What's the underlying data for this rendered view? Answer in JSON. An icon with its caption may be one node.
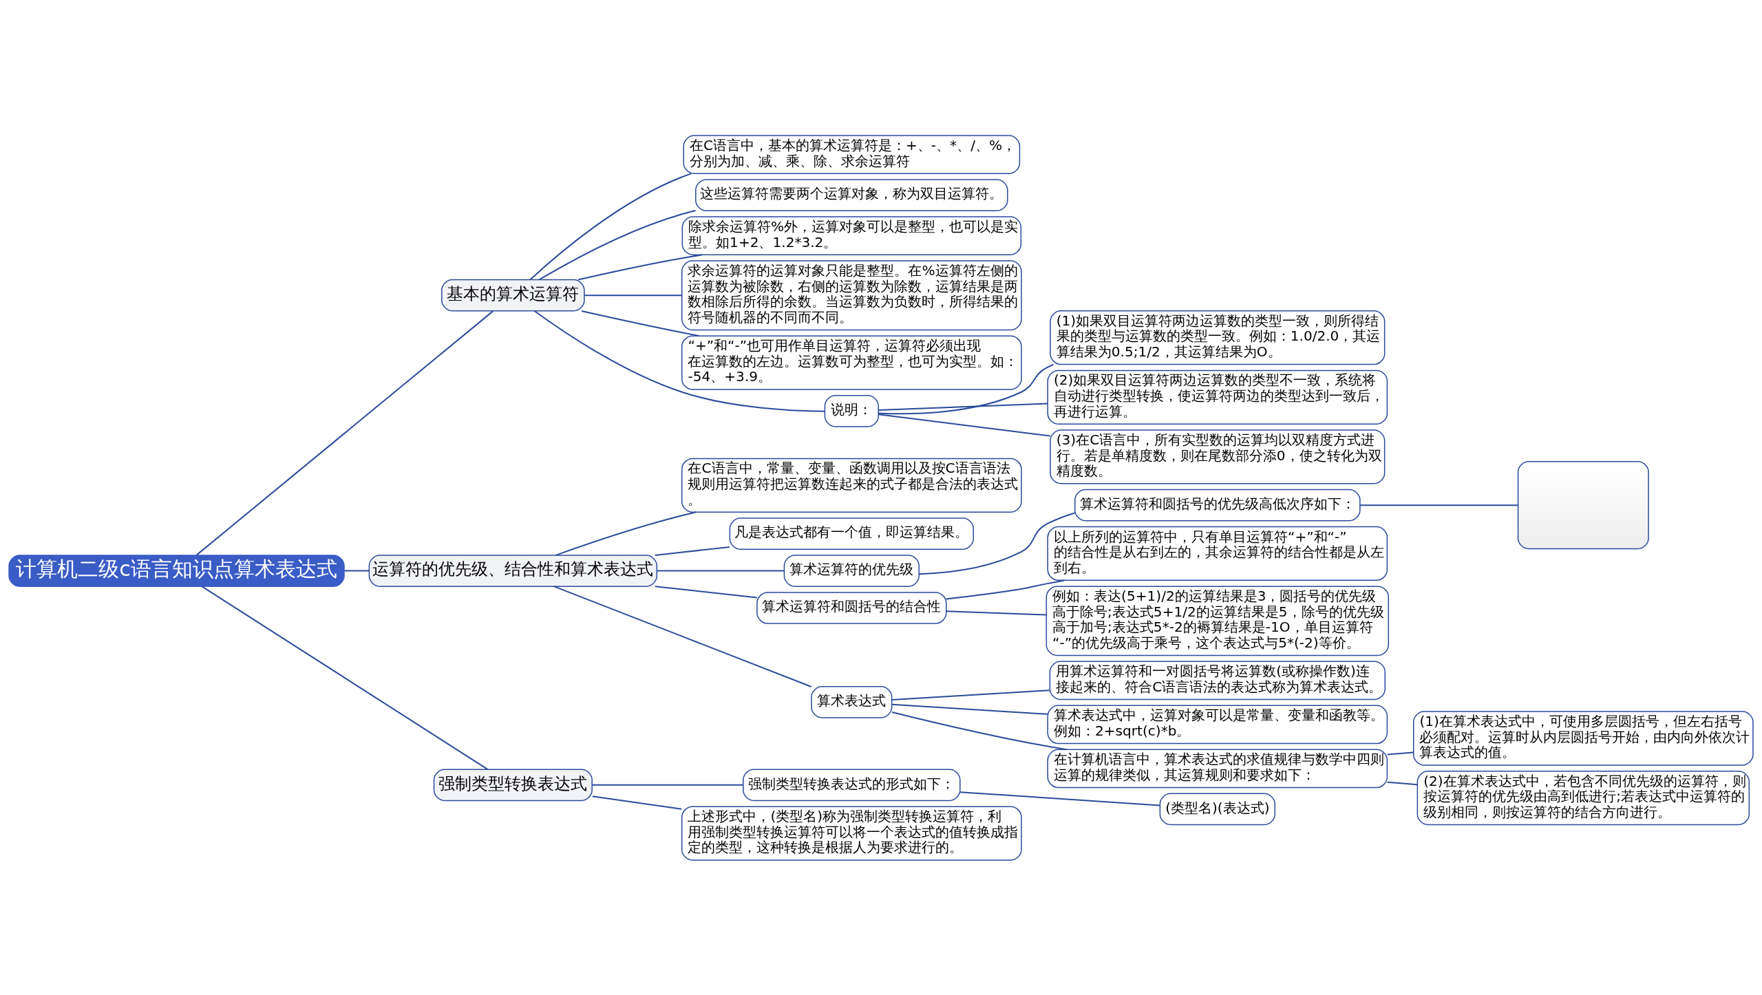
{
  "diagram": {
    "nodes": [
      {
        "text": [
          "计算机二级c语言知识点算术表达式"
        ]
      },
      {
        "text": [
          "基本的算术运算符"
        ]
      },
      {
        "text": [
          "在C语言中，基本的算术运算符是：+、-、*、/、%，分别为加、减、乘、除、求余运算符"
        ]
      },
      {
        "text": [
          "这些运算符需要两个运算对象，称为双目运算符。"
        ]
      },
      {
        "text": [
          "除求余运算符%外，运算对象可以是整型，也可以是实型。如1+2、1.2*3.2。"
        ]
      },
      {
        "text": [
          "求余运算符的运算对象只能是整型。在%运算符左侧的运算数为被除数，右侧的运算数为除数，运算结果是两数相除后所得的余数。当运算数为负数时，所得结果的符号随机器的不同而不同。"
        ]
      },
      {
        "text": [
          "“+”和“-”也可用作单目运算符，运算符必须出现在运算数的左边。运算数可为整型，也可为实型。如：-54、+3.9。"
        ]
      },
      {
        "text": [
          "说明："
        ]
      },
      {
        "text": [
          "(1)如果双目运算符两边运算数的类型一致，则所得结果的类型与运算数的类型一致。例如：1.0/2.0，其运算结果为0.5;1/2，其运算结果为O。"
        ]
      },
      {
        "text": [
          "(2)如果双目运算符两边运算数的类型不一致，系统将自动进行类型转换，使运算符两边的类型达到一致后，再进行运算。"
        ]
      },
      {
        "text": [
          "(3)在C语言中，所有实型数的运算均以双精度方式进行。若是单精度数，则在尾数部分添0，使之转化为双精度数。"
        ]
      },
      {
        "text": [
          "运算符的优先级、结合性和算术表达式"
        ]
      },
      {
        "text": [
          "在C语言中，常量、变量、函数调用以及按C语言语法规则用运算符把运算数连起来的式子都是合法的表达式。"
        ]
      },
      {
        "text": [
          "凡是表达式都有一个值，即运算结果。"
        ]
      },
      {
        "text": [
          "算术运算符的优先级"
        ]
      },
      {
        "text": [
          "算术运算符和圆括号的优先级高低次序如下："
        ]
      },
      {
        "text": [],
        "shape": "picture"
      },
      {
        "text": [
          "算术运算符和圆括号的结合性"
        ]
      },
      {
        "text": [
          "以上所列的运算符中，只有单目运算符“+”和“-”的结合性是从右到左的，其余运算符的结合性都是从左到右。"
        ]
      },
      {
        "text": [
          "例如：表达(5+1)/2的运算结果是3，圆括号的优先级高于除号;表达式5+1/2的运算结果是5，除号的优先级高于加号;表达式5*-2的褥算结果是-1O，单目运算符“-”的优先级高于乘号，这个表达式与5*(-2)等价。"
        ]
      },
      {
        "text": [
          "算术表达式"
        ]
      },
      {
        "text": [
          "用算术运算符和一对圆括号将运算数(或称操作数)连接起来的、符合C语言语法的表达式称为算术表达式。"
        ]
      },
      {
        "text": [
          "算术表达式中，运算对象可以是常量、变量和函教等。例如：2+sqrt(c)*b。"
        ]
      },
      {
        "text": [
          "在计算机语言中，算术表达式的求值规律与数学中四则运算的规律类似，其运算规则和要求如下："
        ]
      },
      {
        "text": [
          "(1)在算术表达式中，可使用多层圆括号，但左右括号必须配对。运算时从内层圆括号开始，由内向外依次计算表达式的值。"
        ]
      },
      {
        "text": [
          "(2)在算术表达式中，若包含不同优先级的运算符，则按运算符的优先级由高到低进行;若表达式中运算符的级别相同，则按运算符的结合方向进行。"
        ]
      },
      {
        "text": [
          "强制类型转换表达式"
        ]
      },
      {
        "text": [
          "强制类型转换表达式的形式如下："
        ]
      },
      {
        "text": [
          "(类型名)(表达式)"
        ]
      },
      {
        "text": [
          "上述形式中，(类型名)称为强制类型转换运算符，利用强制类型转换运算符可以将一个表达式的值转换成指定的类型，这种转换是根据人为要求进行的。"
        ]
      }
    ],
    "edges": [
      {
        "from": 0,
        "to": 1,
        "arrow": "none"
      },
      {
        "from": 1,
        "to": 2,
        "arrow": "none"
      },
      {
        "from": 1,
        "to": 3,
        "arrow": "none"
      },
      {
        "from": 1,
        "to": 4,
        "arrow": "none"
      },
      {
        "from": 1,
        "to": 5,
        "arrow": "none"
      },
      {
        "from": 1,
        "to": 6,
        "arrow": "none"
      },
      {
        "from": 1,
        "to": 7,
        "arrow": "none"
      },
      {
        "from": 7,
        "to": 8,
        "arrow": "none"
      },
      {
        "from": 7,
        "to": 9,
        "arrow": "none"
      },
      {
        "from": 7,
        "to": 10,
        "arrow": "none"
      },
      {
        "from": 0,
        "to": 11,
        "arrow": "none"
      },
      {
        "from": 11,
        "to": 12,
        "arrow": "none"
      },
      {
        "from": 11,
        "to": 13,
        "arrow": "none"
      },
      {
        "from": 11,
        "to": 14,
        "arrow": "none"
      },
      {
        "from": 14,
        "to": 15,
        "arrow": "none"
      },
      {
        "from": 15,
        "to": 16,
        "arrow": "none"
      },
      {
        "from": 11,
        "to": 17,
        "arrow": "none"
      },
      {
        "from": 17,
        "to": 18,
        "arrow": "none"
      },
      {
        "from": 17,
        "to": 19,
        "arrow": "none"
      },
      {
        "from": 11,
        "to": 20,
        "arrow": "none"
      },
      {
        "from": 20,
        "to": 21,
        "arrow": "none"
      },
      {
        "from": 20,
        "to": 22,
        "arrow": "none"
      },
      {
        "from": 20,
        "to": 23,
        "arrow": "none"
      },
      {
        "from": 23,
        "to": 24,
        "arrow": "none"
      },
      {
        "from": 23,
        "to": 25,
        "arrow": "none"
      },
      {
        "from": 0,
        "to": 26,
        "arrow": "none"
      },
      {
        "from": 26,
        "to": 27,
        "arrow": "none"
      },
      {
        "from": 27,
        "to": 28,
        "arrow": "none"
      },
      {
        "from": 26,
        "to": 29,
        "arrow": "none"
      }
    ]
  }
}
